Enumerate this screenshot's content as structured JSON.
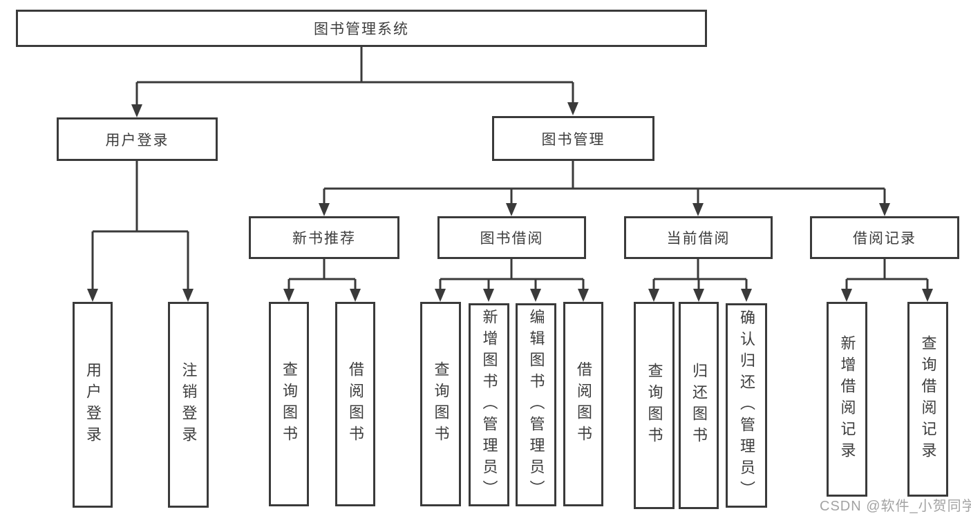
{
  "diagram": {
    "type": "hierarchy-tree",
    "title": "图书管理系统",
    "watermark": "CSDN @软件_小贺同学",
    "colors": {
      "line": "#3a3a3a",
      "text": "#3d3d3d",
      "background": "#ffffff",
      "watermark": "#a3a3a3"
    },
    "nodes": {
      "root": {
        "label": "图书管理系统"
      },
      "user_login": {
        "label": "用户登录"
      },
      "book_mgmt": {
        "label": "图书管理"
      },
      "new_book_rec": {
        "label": "新书推荐"
      },
      "book_borrow": {
        "label": "图书借阅"
      },
      "current_borrow": {
        "label": "当前借阅"
      },
      "borrow_record": {
        "label": "借阅记录"
      },
      "ul_login": {
        "label": "用户登录"
      },
      "ul_logout": {
        "label": "注销登录"
      },
      "nbr_query": {
        "label": "查询图书"
      },
      "nbr_borrow": {
        "label": "借阅图书"
      },
      "bb_query": {
        "label": "查询图书"
      },
      "bb_add": {
        "label": "新增图书（管理员）"
      },
      "bb_edit": {
        "label": "编辑图书（管理员）"
      },
      "bb_borrow": {
        "label": "借阅图书"
      },
      "cb_query": {
        "label": "查询图书"
      },
      "cb_return": {
        "label": "归还图书"
      },
      "cb_confirm": {
        "label": "确认归还（管理员）"
      },
      "br_add": {
        "label": "新增借阅记录"
      },
      "br_query": {
        "label": "查询借阅记录"
      }
    },
    "edges": [
      {
        "from": "root",
        "to": "user_login"
      },
      {
        "from": "root",
        "to": "book_mgmt"
      },
      {
        "from": "user_login",
        "to": "ul_login"
      },
      {
        "from": "user_login",
        "to": "ul_logout"
      },
      {
        "from": "book_mgmt",
        "to": "new_book_rec"
      },
      {
        "from": "book_mgmt",
        "to": "book_borrow"
      },
      {
        "from": "book_mgmt",
        "to": "current_borrow"
      },
      {
        "from": "book_mgmt",
        "to": "borrow_record"
      },
      {
        "from": "new_book_rec",
        "to": "nbr_query"
      },
      {
        "from": "new_book_rec",
        "to": "nbr_borrow"
      },
      {
        "from": "book_borrow",
        "to": "bb_query"
      },
      {
        "from": "book_borrow",
        "to": "bb_add"
      },
      {
        "from": "book_borrow",
        "to": "bb_edit"
      },
      {
        "from": "book_borrow",
        "to": "bb_borrow"
      },
      {
        "from": "current_borrow",
        "to": "cb_query"
      },
      {
        "from": "current_borrow",
        "to": "cb_return"
      },
      {
        "from": "current_borrow",
        "to": "cb_confirm"
      },
      {
        "from": "borrow_record",
        "to": "br_add"
      },
      {
        "from": "borrow_record",
        "to": "br_query"
      }
    ]
  }
}
